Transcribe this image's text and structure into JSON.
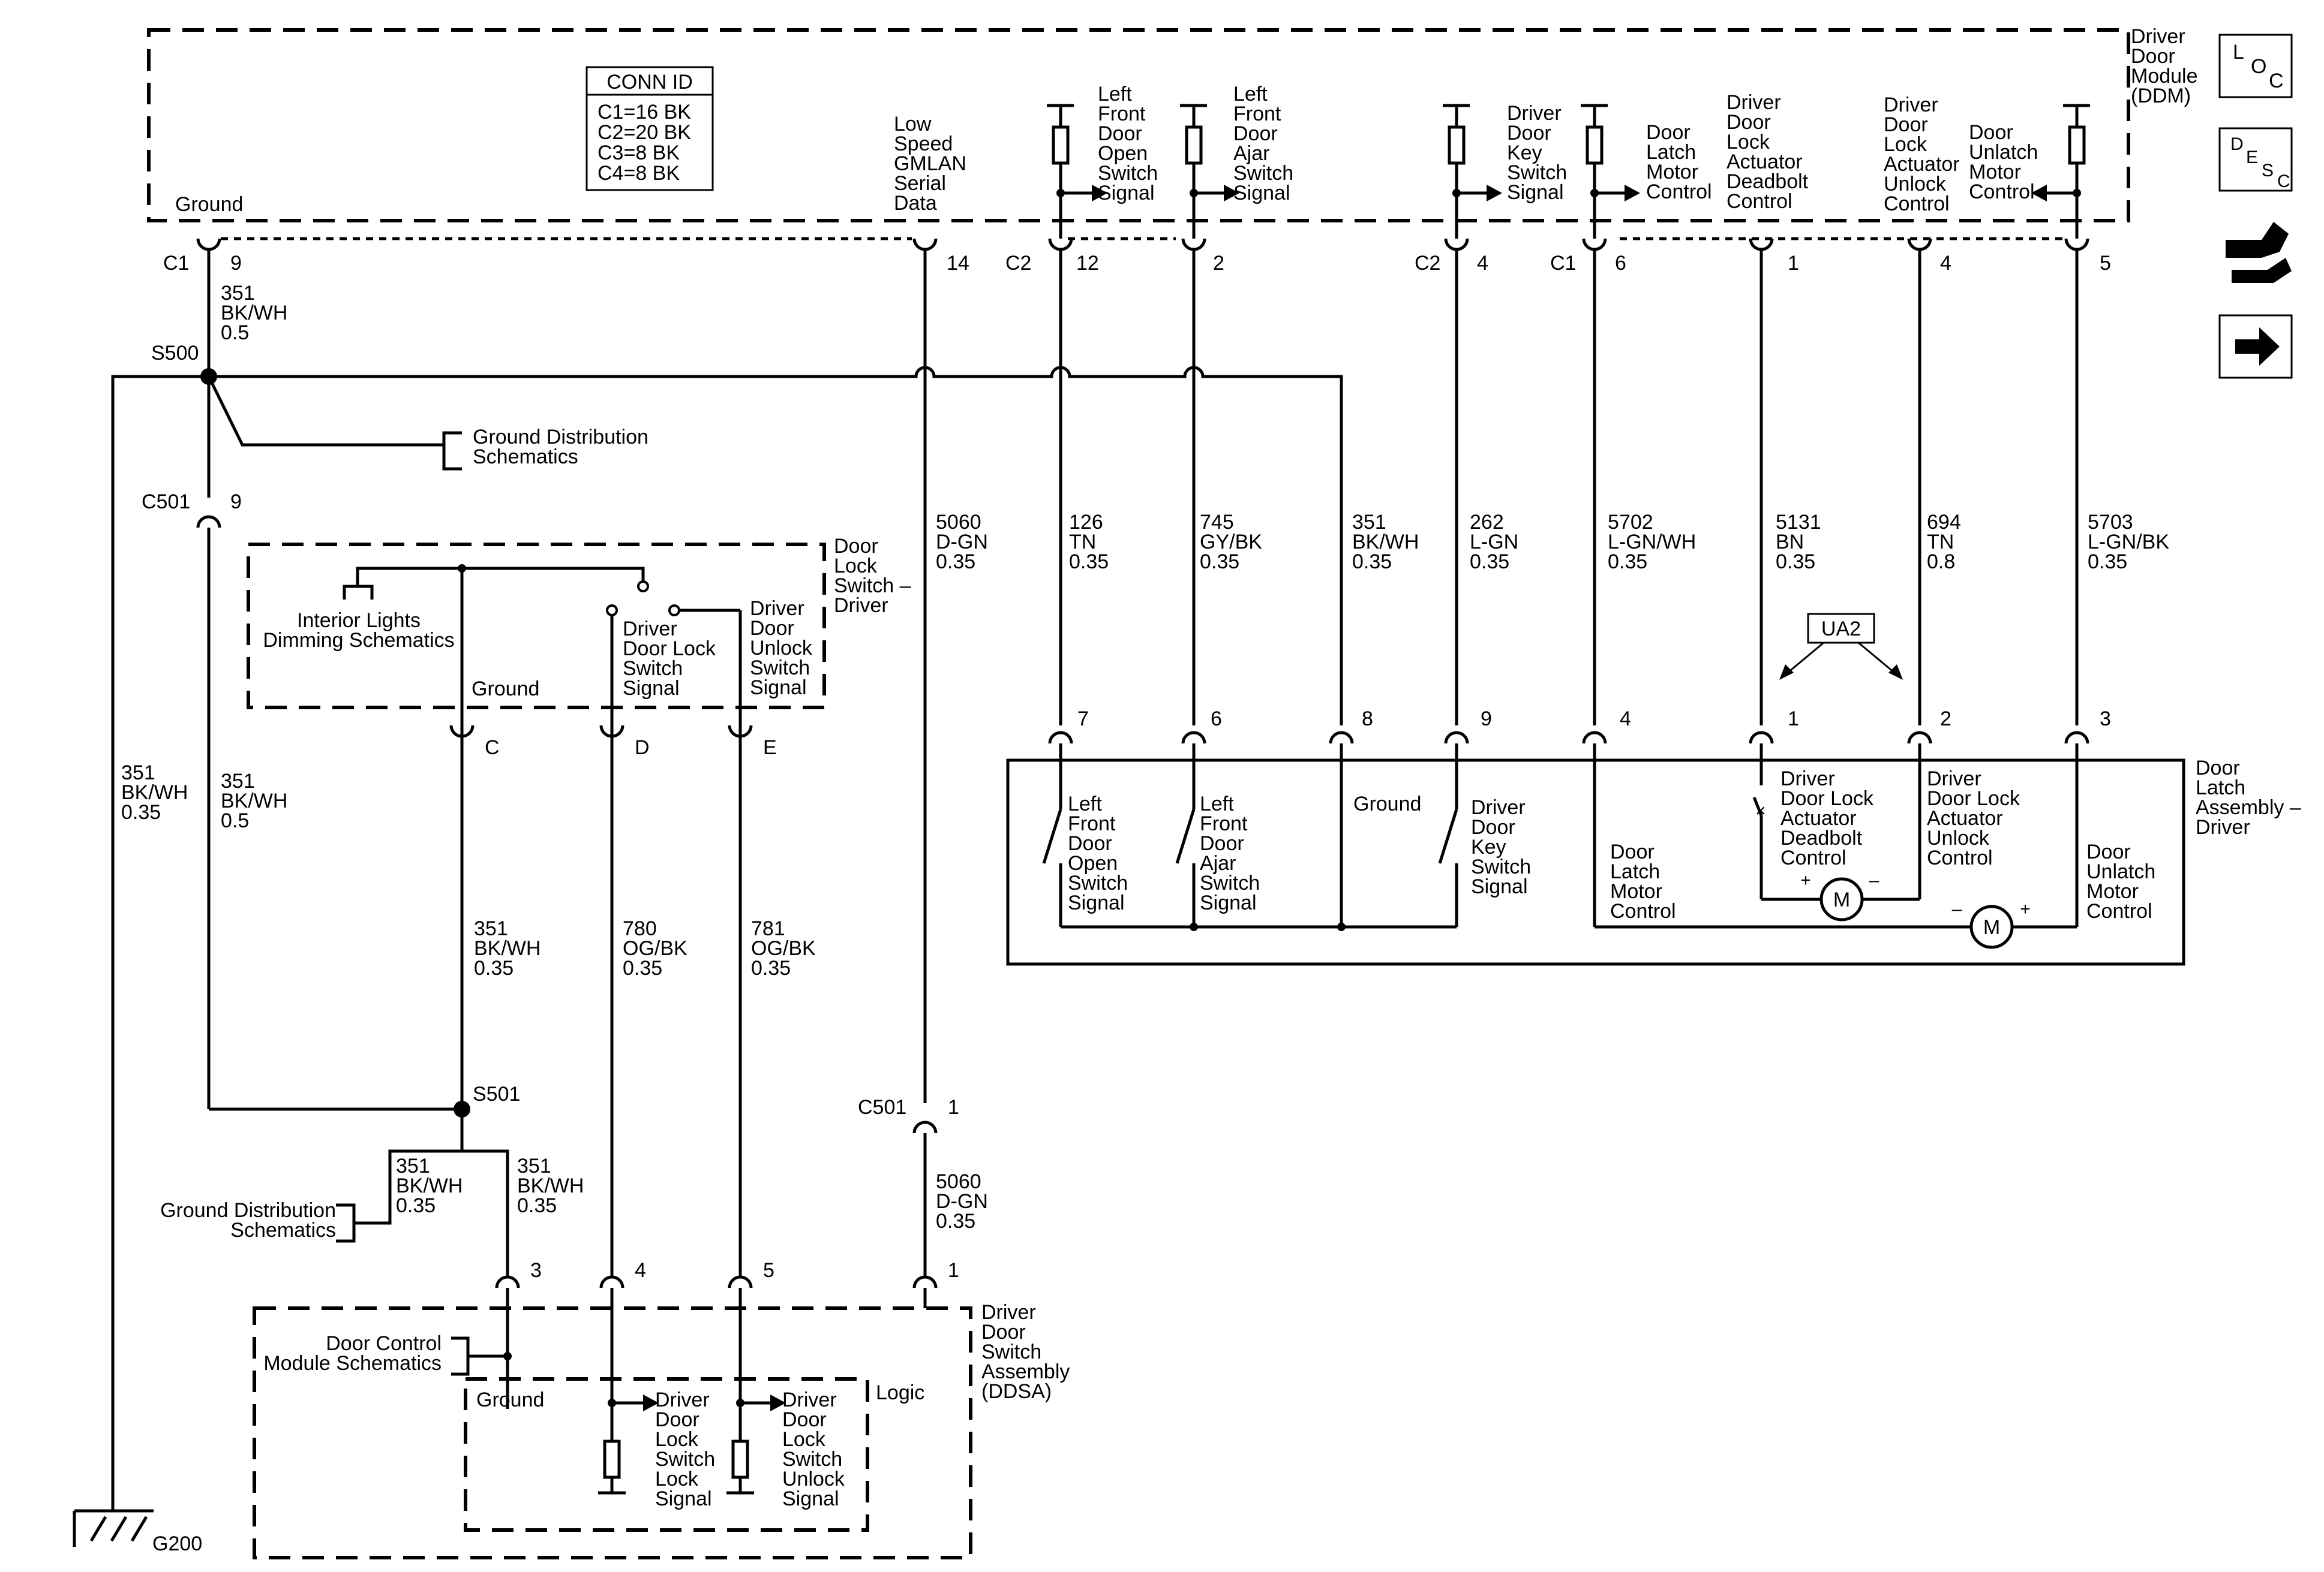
{
  "connectors": {
    "conn_id_title": "CONN ID",
    "conn_ids": [
      "C1=16 BK",
      "C2=20 BK",
      "C3=8 BK",
      "C4=8 BK"
    ]
  },
  "nav": {
    "loc": [
      "L",
      "O",
      "C"
    ],
    "desc": [
      "D",
      "E",
      "S",
      "C"
    ]
  },
  "labels": [
    {
      "id": "ddm",
      "lines": [
        "Driver",
        "Door",
        "Module",
        "(DDM)"
      ]
    },
    {
      "id": "ground_ddm",
      "lines": [
        "Ground"
      ]
    },
    {
      "id": "gmlan",
      "lines": [
        "Low",
        "Speed",
        "GMLAN",
        "Serial",
        "Data"
      ]
    },
    {
      "id": "lf_open",
      "lines": [
        "Left",
        "Front",
        "Door",
        "Open",
        "Switch",
        "Signal"
      ]
    },
    {
      "id": "lf_ajar",
      "lines": [
        "Left",
        "Front",
        "Door",
        "Ajar",
        "Switch",
        "Signal"
      ]
    },
    {
      "id": "key_sw",
      "lines": [
        "Driver",
        "Door",
        "Key",
        "Switch",
        "Signal"
      ]
    },
    {
      "id": "latch_ctl",
      "lines": [
        "Door",
        "Latch",
        "Motor",
        "Control"
      ]
    },
    {
      "id": "deadbolt",
      "lines": [
        "Driver",
        "Door",
        "Lock",
        "Actuator",
        "Deadbolt",
        "Control"
      ]
    },
    {
      "id": "unlock_ctl",
      "lines": [
        "Driver",
        "Door",
        "Lock",
        "Actuator",
        "Unlock",
        "Control"
      ]
    },
    {
      "id": "unlatch_ctl",
      "lines": [
        "Door",
        "Unlatch",
        "Motor",
        "Control"
      ]
    },
    {
      "id": "c1_left",
      "lines": [
        "C1"
      ]
    },
    {
      "id": "pin9",
      "lines": [
        "9"
      ]
    },
    {
      "id": "pin14",
      "lines": [
        "14"
      ]
    },
    {
      "id": "c2_a",
      "lines": [
        "C2"
      ]
    },
    {
      "id": "pin12",
      "lines": [
        "12"
      ]
    },
    {
      "id": "pin2a",
      "lines": [
        "2"
      ]
    },
    {
      "id": "c2_b",
      "lines": [
        "C2"
      ]
    },
    {
      "id": "pin4a",
      "lines": [
        "4"
      ]
    },
    {
      "id": "c1_b",
      "lines": [
        "C1"
      ]
    },
    {
      "id": "pin6a",
      "lines": [
        "6"
      ]
    },
    {
      "id": "pin1a",
      "lines": [
        "1"
      ]
    },
    {
      "id": "pin4b",
      "lines": [
        "4"
      ]
    },
    {
      "id": "pin5a",
      "lines": [
        "5"
      ]
    },
    {
      "id": "w351a",
      "lines": [
        "351",
        "BK/WH",
        "0.5"
      ]
    },
    {
      "id": "s500",
      "lines": [
        "S500"
      ]
    },
    {
      "id": "gnd_dist1",
      "lines": [
        "Ground Distribution",
        "Schematics"
      ]
    },
    {
      "id": "c501a",
      "lines": [
        "C501"
      ]
    },
    {
      "id": "c501a_pin",
      "lines": [
        "9"
      ]
    },
    {
      "id": "w5060a",
      "lines": [
        "5060",
        "D-GN",
        "0.35"
      ]
    },
    {
      "id": "w126",
      "lines": [
        "126",
        "TN",
        "0.35"
      ]
    },
    {
      "id": "w745",
      "lines": [
        "745",
        "GY/BK",
        "0.35"
      ]
    },
    {
      "id": "w351b",
      "lines": [
        "351",
        "BK/WH",
        "0.35"
      ]
    },
    {
      "id": "w262",
      "lines": [
        "262",
        "L-GN",
        "0.35"
      ]
    },
    {
      "id": "w5702",
      "lines": [
        "5702",
        "L-GN/WH",
        "0.35"
      ]
    },
    {
      "id": "w5131",
      "lines": [
        "5131",
        "BN",
        "0.35"
      ]
    },
    {
      "id": "w694",
      "lines": [
        "694",
        "TN",
        "0.8"
      ]
    },
    {
      "id": "w5703",
      "lines": [
        "5703",
        "L-GN/BK",
        "0.35"
      ]
    },
    {
      "id": "dls_driver",
      "lines": [
        "Door",
        "Lock",
        "Switch –",
        "Driver"
      ]
    },
    {
      "id": "int_lights",
      "lines": [
        "Interior Lights",
        "Dimming Schematics"
      ]
    },
    {
      "id": "dls_lock",
      "lines": [
        "Driver",
        "Door Lock",
        "Switch",
        "Signal"
      ]
    },
    {
      "id": "dls_unlock",
      "lines": [
        "Driver",
        "Door",
        "Unlock",
        "Switch",
        "Signal"
      ]
    },
    {
      "id": "ground_dls",
      "lines": [
        "Ground"
      ]
    },
    {
      "id": "pinC",
      "lines": [
        "C"
      ]
    },
    {
      "id": "pinD",
      "lines": [
        "D"
      ]
    },
    {
      "id": "pinE",
      "lines": [
        "E"
      ]
    },
    {
      "id": "ua2",
      "lines": [
        "UA2"
      ]
    },
    {
      "id": "lp7",
      "lines": [
        "7"
      ]
    },
    {
      "id": "lp6",
      "lines": [
        "6"
      ]
    },
    {
      "id": "lp8",
      "lines": [
        "8"
      ]
    },
    {
      "id": "lp9",
      "lines": [
        "9"
      ]
    },
    {
      "id": "lp4",
      "lines": [
        "4"
      ]
    },
    {
      "id": "lp1",
      "lines": [
        "1"
      ]
    },
    {
      "id": "lp2",
      "lines": [
        "2"
      ]
    },
    {
      "id": "lp3",
      "lines": [
        "3"
      ]
    },
    {
      "id": "latch_assy",
      "lines": [
        "Door",
        "Latch",
        "Assembly –",
        "Driver"
      ]
    },
    {
      "id": "in_lf_open",
      "lines": [
        "Left",
        "Front",
        "Door",
        "Open",
        "Switch",
        "Signal"
      ]
    },
    {
      "id": "in_lf_ajar",
      "lines": [
        "Left",
        "Front",
        "Door",
        "Ajar",
        "Switch",
        "Signal"
      ]
    },
    {
      "id": "in_ground",
      "lines": [
        "Ground"
      ]
    },
    {
      "id": "in_key",
      "lines": [
        "Driver",
        "Door",
        "Key",
        "Switch",
        "Signal"
      ]
    },
    {
      "id": "in_latch",
      "lines": [
        "Door",
        "Latch",
        "Motor",
        "Control"
      ]
    },
    {
      "id": "in_deadbolt",
      "lines": [
        "Driver",
        "Door Lock",
        "Actuator",
        "Deadbolt",
        "Control"
      ]
    },
    {
      "id": "in_unlock",
      "lines": [
        "Driver",
        "Door Lock",
        "Actuator",
        "Unlock",
        "Control"
      ]
    },
    {
      "id": "in_unlatch",
      "lines": [
        "Door",
        "Unlatch",
        "Motor",
        "Control"
      ]
    },
    {
      "id": "w351c",
      "lines": [
        "351",
        "BK/WH",
        "0.35"
      ]
    },
    {
      "id": "w351d",
      "lines": [
        "351",
        "BK/WH",
        "0.5"
      ]
    },
    {
      "id": "w351e",
      "lines": [
        "351",
        "BK/WH",
        "0.35"
      ]
    },
    {
      "id": "w780",
      "lines": [
        "780",
        "OG/BK",
        "0.35"
      ]
    },
    {
      "id": "w781",
      "lines": [
        "781",
        "OG/BK",
        "0.35"
      ]
    },
    {
      "id": "s501",
      "lines": [
        "S501"
      ]
    },
    {
      "id": "c501b",
      "lines": [
        "C501"
      ]
    },
    {
      "id": "c501b_pin",
      "lines": [
        "1"
      ]
    },
    {
      "id": "w5060b",
      "lines": [
        "5060",
        "D-GN",
        "0.35"
      ]
    },
    {
      "id": "w351f",
      "lines": [
        "351",
        "BK/WH",
        "0.35"
      ]
    },
    {
      "id": "w351g",
      "lines": [
        "351",
        "BK/WH",
        "0.35"
      ]
    },
    {
      "id": "gnd_dist2",
      "lines": [
        "Ground Distribution",
        "Schematics"
      ]
    },
    {
      "id": "bp3",
      "lines": [
        "3"
      ]
    },
    {
      "id": "bp4",
      "lines": [
        "4"
      ]
    },
    {
      "id": "bp5",
      "lines": [
        "5"
      ]
    },
    {
      "id": "bp1",
      "lines": [
        "1"
      ]
    },
    {
      "id": "dcm",
      "lines": [
        "Door Control",
        "Module Schematics"
      ]
    },
    {
      "id": "ddsa",
      "lines": [
        "Driver",
        "Door",
        "Switch",
        "Assembly",
        "(DDSA)"
      ]
    },
    {
      "id": "ground_ddsa",
      "lines": [
        "Ground"
      ]
    },
    {
      "id": "logic",
      "lines": [
        "Logic"
      ]
    },
    {
      "id": "ddsa_lock",
      "lines": [
        "Driver",
        "Door",
        "Lock",
        "Switch",
        "Lock",
        "Signal"
      ]
    },
    {
      "id": "ddsa_unlock",
      "lines": [
        "Driver",
        "Door",
        "Lock",
        "Switch",
        "Unlock",
        "Signal"
      ]
    },
    {
      "id": "g200",
      "lines": [
        "G200"
      ]
    }
  ]
}
